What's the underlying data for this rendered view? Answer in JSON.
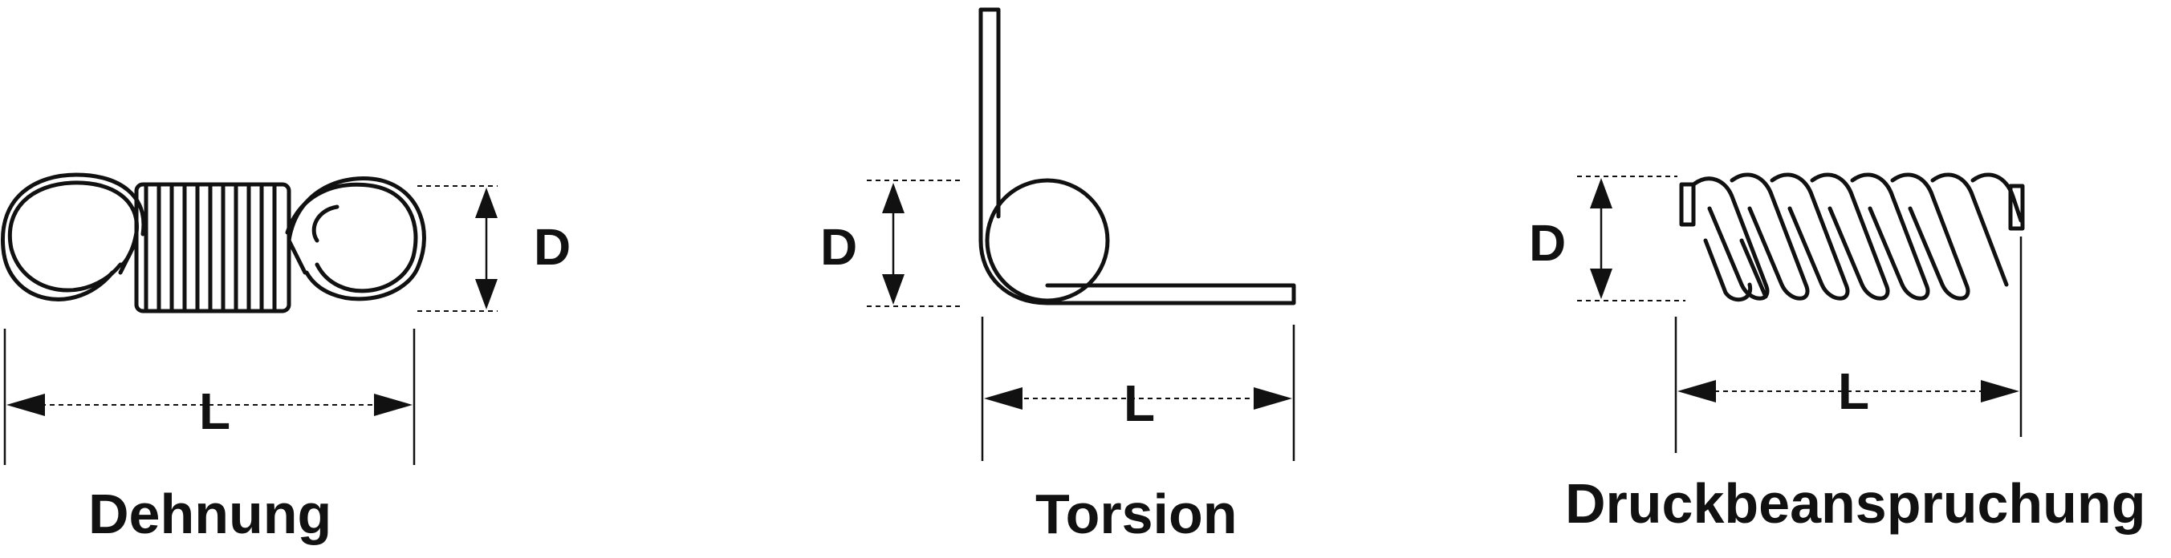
{
  "diagram": {
    "springs": [
      {
        "name": "Dehnung",
        "dim_d": "D",
        "dim_l": "L"
      },
      {
        "name": "Torsion",
        "dim_d": "D",
        "dim_l": "L"
      },
      {
        "name": "Druckbeanspruchung",
        "dim_d": "D",
        "dim_l": "L"
      }
    ],
    "colors": {
      "ink": "#111111",
      "background": "#ffffff"
    }
  }
}
